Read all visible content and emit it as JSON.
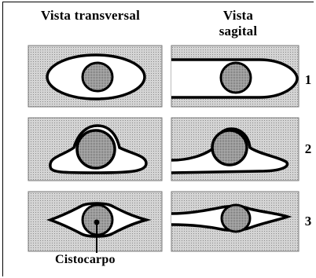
{
  "headers": {
    "left": "Vista transversal",
    "right_line1": "Vista",
    "right_line2": "sagital"
  },
  "rows": [
    {
      "number": "1"
    },
    {
      "number": "2"
    },
    {
      "number": "3"
    }
  ],
  "caption": "Cistocarpo",
  "colors": {
    "panel_fill": "#c9c9c9",
    "inner_fill": "#ffffff",
    "core_fill": "#9a9a9a",
    "outline": "#000000"
  }
}
